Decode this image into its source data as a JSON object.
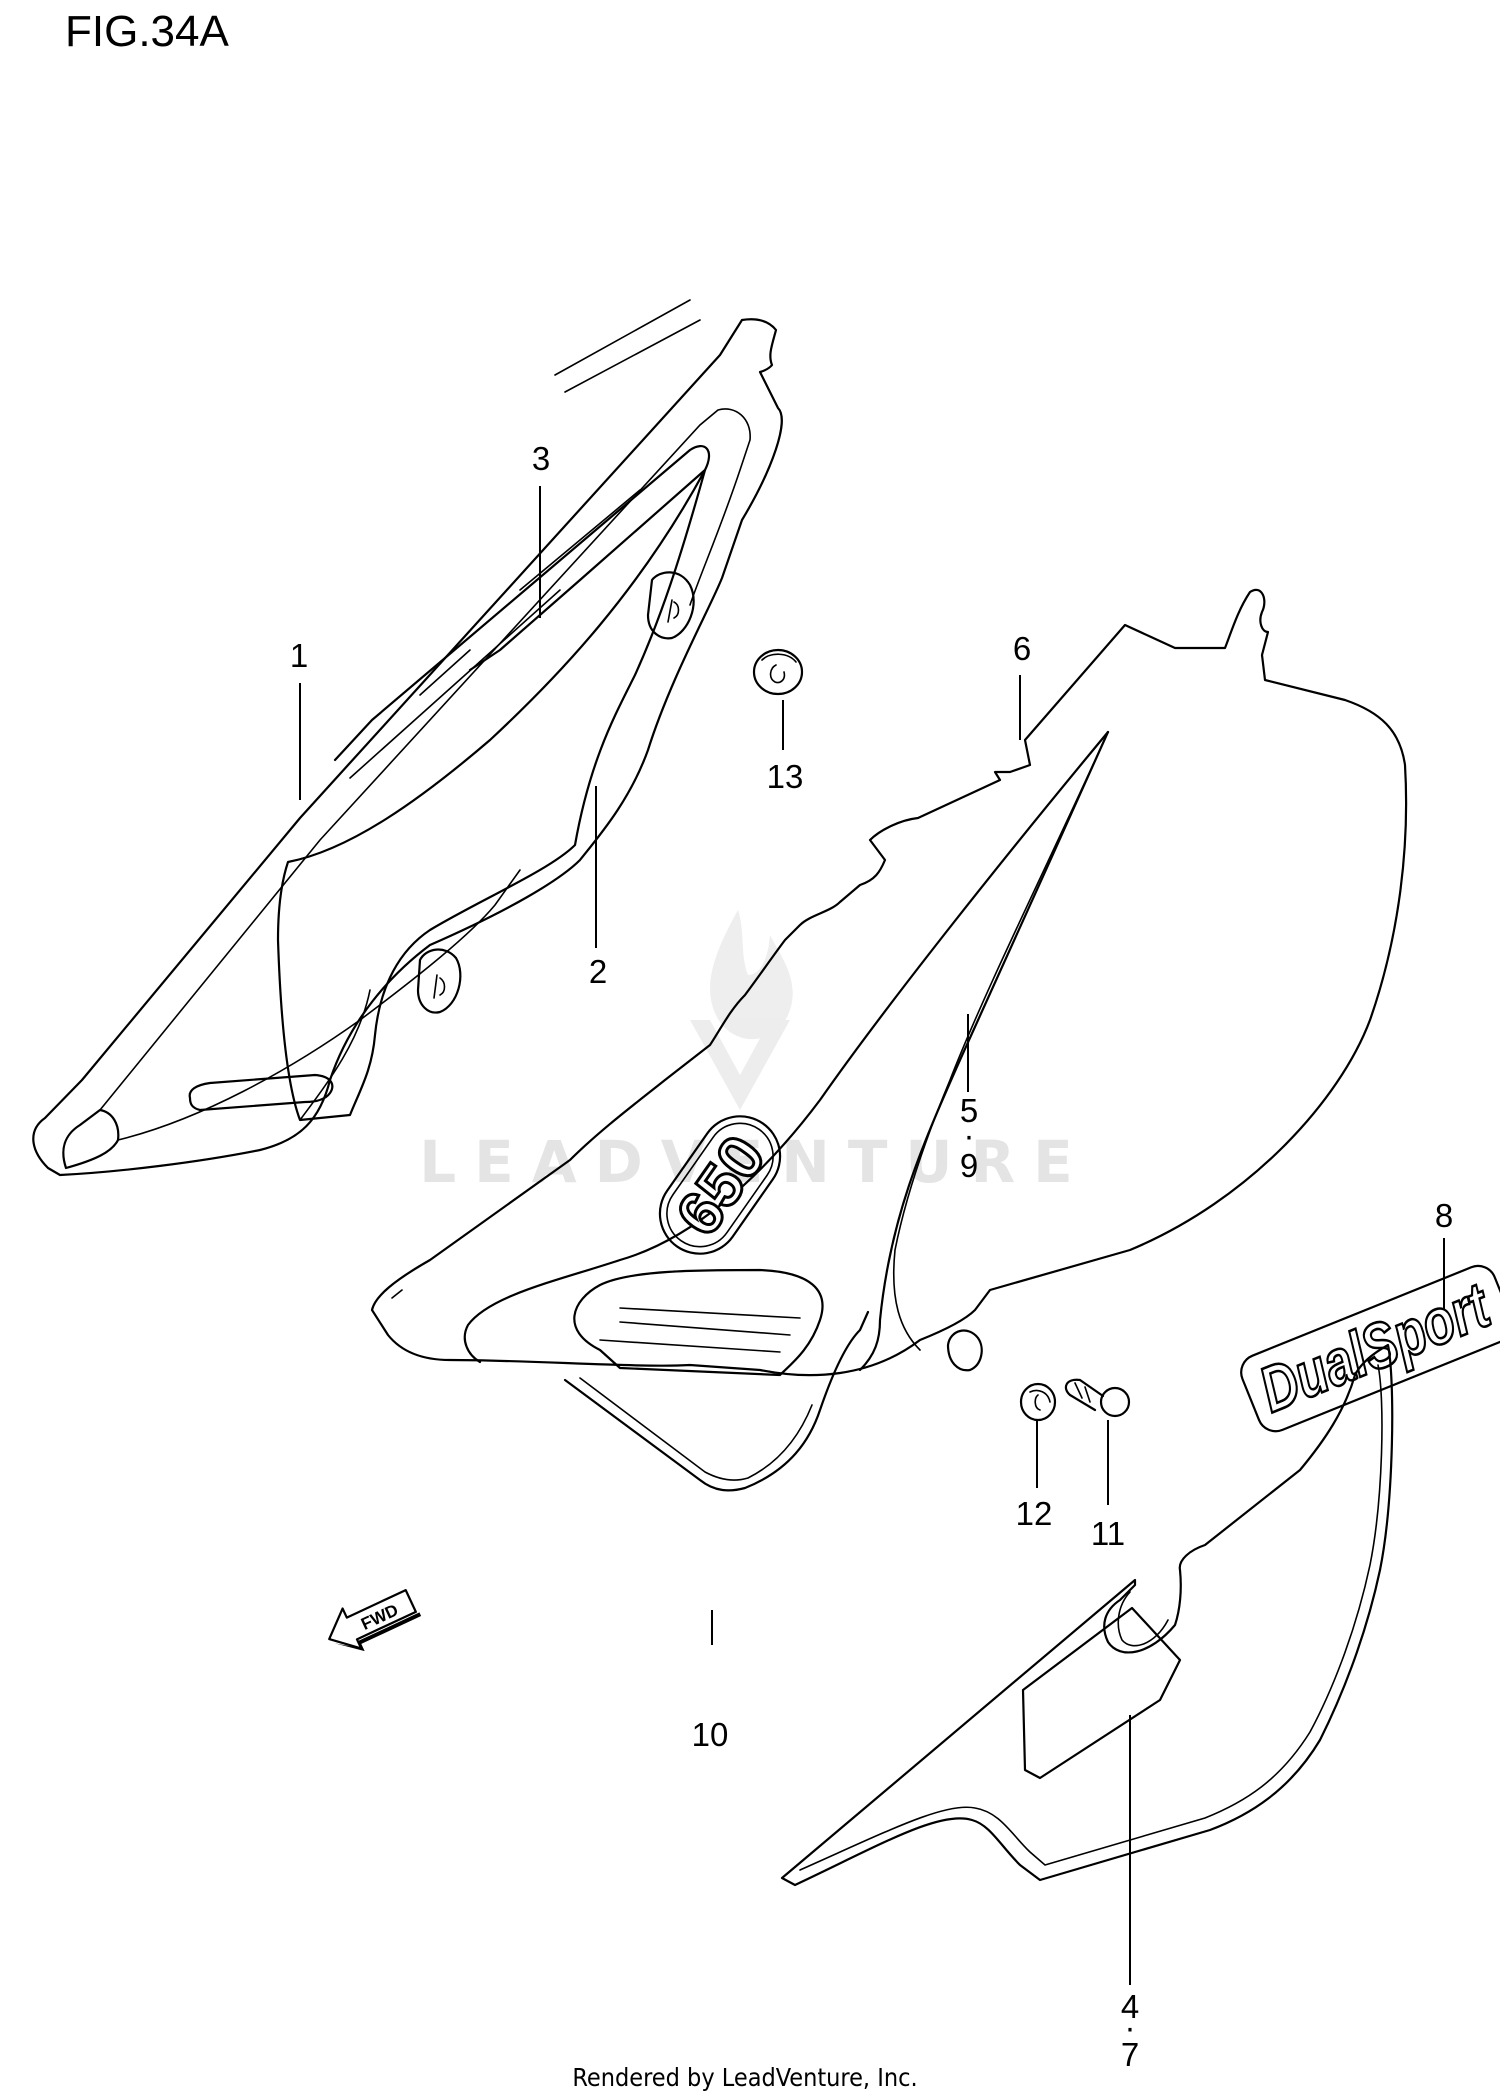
{
  "figure_title": "FIG.34A",
  "callouts": {
    "c1": "1",
    "c2": "2",
    "c3": "3",
    "c4": "4",
    "c7": "7",
    "c5": "5",
    "c9": "9",
    "c6": "6",
    "c8": "8",
    "c10": "10",
    "c11": "11",
    "c12": "12",
    "c13": "13"
  },
  "emblem_text": "650",
  "decal_text": "DualSport",
  "direction_arrow_text": "FWD",
  "watermark_text": "LEADVENTURE",
  "footer": "Rendered by LeadVenture, Inc."
}
